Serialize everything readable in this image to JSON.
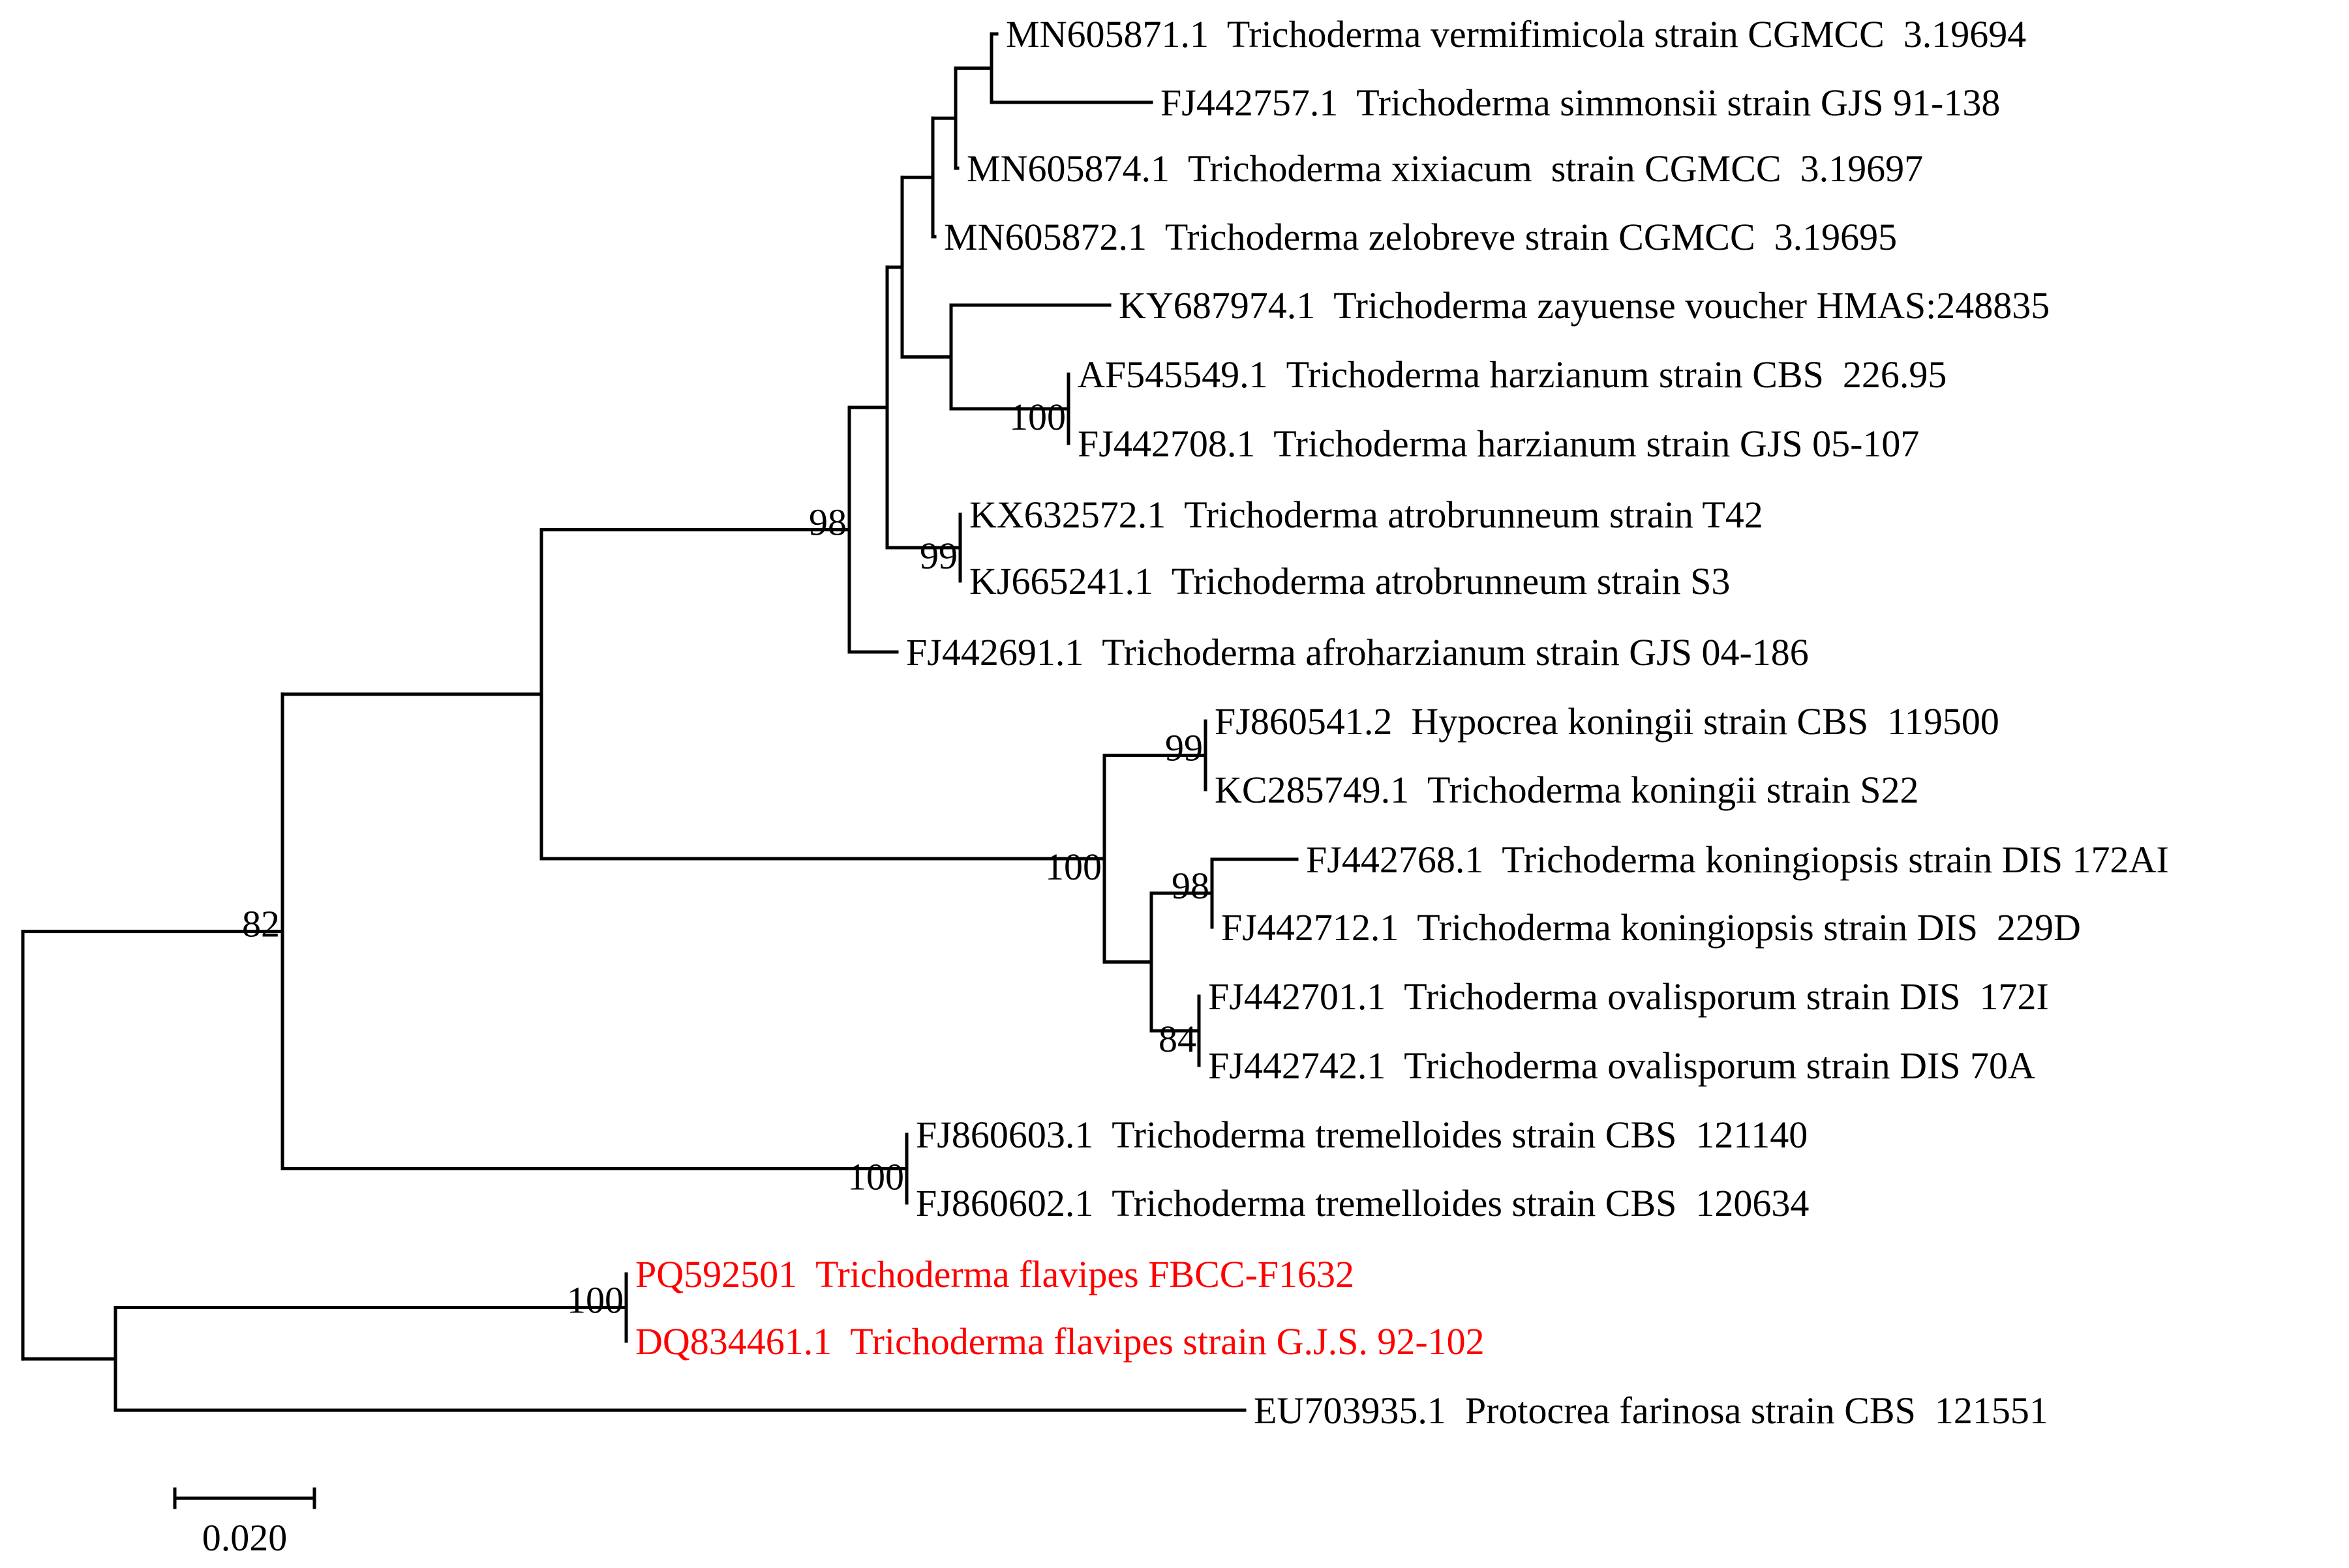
{
  "tree": {
    "taxa": [
      {
        "id": "MN605871",
        "label": "MN605871.1  Trichoderma vermifimicola strain CGMCC  3.19694",
        "highlight": false
      },
      {
        "id": "FJ442757",
        "label": "FJ442757.1  Trichoderma simmonsii strain GJS 91-138",
        "highlight": false
      },
      {
        "id": "MN605874",
        "label": "MN605874.1  Trichoderma xixiacum  strain CGMCC  3.19697",
        "highlight": false
      },
      {
        "id": "MN605872",
        "label": "MN605872.1  Trichoderma zelobreve strain CGMCC  3.19695",
        "highlight": false
      },
      {
        "id": "KY687974",
        "label": "KY687974.1  Trichoderma zayuense voucher HMAS:248835",
        "highlight": false
      },
      {
        "id": "AF545549",
        "label": "AF545549.1  Trichoderma harzianum strain CBS  226.95",
        "highlight": false
      },
      {
        "id": "FJ442708",
        "label": "FJ442708.1  Trichoderma harzianum strain GJS 05-107",
        "highlight": false
      },
      {
        "id": "KX632572",
        "label": "KX632572.1  Trichoderma atrobrunneum strain T42",
        "highlight": false
      },
      {
        "id": "KJ665241",
        "label": "KJ665241.1  Trichoderma atrobrunneum strain S3",
        "highlight": false
      },
      {
        "id": "FJ442691",
        "label": "FJ442691.1  Trichoderma afroharzianum strain GJS 04-186",
        "highlight": false
      },
      {
        "id": "FJ860541",
        "label": "FJ860541.2  Hypocrea koningii strain CBS  119500",
        "highlight": false
      },
      {
        "id": "KC285749",
        "label": "KC285749.1  Trichoderma koningii strain S22",
        "highlight": false
      },
      {
        "id": "FJ442768",
        "label": "FJ442768.1  Trichoderma koningiopsis strain DIS 172AI",
        "highlight": false
      },
      {
        "id": "FJ442712",
        "label": "FJ442712.1  Trichoderma koningiopsis strain DIS  229D",
        "highlight": false
      },
      {
        "id": "FJ442701",
        "label": "FJ442701.1  Trichoderma ovalisporum strain DIS  172I",
        "highlight": false
      },
      {
        "id": "FJ442742",
        "label": "FJ442742.1  Trichoderma ovalisporum strain DIS 70A",
        "highlight": false
      },
      {
        "id": "FJ860603",
        "label": "FJ860603.1  Trichoderma tremelloides strain CBS  121140",
        "highlight": false
      },
      {
        "id": "FJ860602",
        "label": "FJ860602.1  Trichoderma tremelloides strain CBS  120634",
        "highlight": false
      },
      {
        "id": "PQ592501",
        "label": "PQ592501  Trichoderma flavipes FBCC-F1632",
        "highlight": true
      },
      {
        "id": "DQ834461",
        "label": "DQ834461.1  Trichoderma flavipes strain G.J.S. 92-102",
        "highlight": true
      },
      {
        "id": "EU703935",
        "label": "EU703935.1  Protocrea farinosa strain CBS  121551",
        "highlight": false
      }
    ],
    "support_values": {
      "n_harz": "100",
      "n_atro": "99",
      "n_harzclade": "98",
      "n_kon": "99",
      "n_konops": "98",
      "n_oval": "84",
      "n_konclade": "100",
      "n_trem": "100",
      "n_ingroup": "82",
      "n_flav": "100"
    },
    "scale_bar": {
      "label": "0.020",
      "length": 0.02
    },
    "highlight_color": "#ff0000"
  }
}
